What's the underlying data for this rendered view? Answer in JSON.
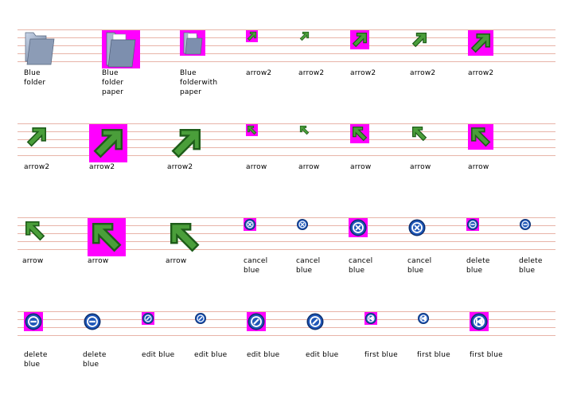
{
  "colors": {
    "guide_line": "#e8b4a8",
    "matte": "#ff00ff",
    "arrow_green": "#4a9e3a",
    "blue_round": "#1f57b8"
  },
  "rows": [
    {
      "items": [
        {
          "label": "Blue\nfolder",
          "icon": "folder-icon",
          "matte": false
        },
        {
          "label": "Blue\nfolder\npaper",
          "icon": "folder-paper-icon",
          "matte": true
        },
        {
          "label": "Blue\nfolderwith\npaper",
          "icon": "folder-with-paper-icon",
          "matte": true
        },
        {
          "label": "arrow2",
          "icon": "arrow-up-right-icon",
          "matte": true
        },
        {
          "label": "arrow2",
          "icon": "arrow-up-right-icon",
          "matte": false
        },
        {
          "label": "arrow2",
          "icon": "arrow-up-right-icon",
          "matte": true
        },
        {
          "label": "arrow2",
          "icon": "arrow-up-right-icon",
          "matte": false
        },
        {
          "label": "arrow2",
          "icon": "arrow-up-right-icon",
          "matte": true
        }
      ]
    },
    {
      "items": [
        {
          "label": "arrow2",
          "icon": "arrow-up-right-icon",
          "matte": false
        },
        {
          "label": "arrow2",
          "icon": "arrow-up-right-icon",
          "matte": true
        },
        {
          "label": "arrow2",
          "icon": "arrow-up-right-icon",
          "matte": false
        },
        {
          "label": "arrow",
          "icon": "arrow-up-left-icon",
          "matte": true
        },
        {
          "label": "arrow",
          "icon": "arrow-up-left-icon",
          "matte": false
        },
        {
          "label": "arrow",
          "icon": "arrow-up-left-icon",
          "matte": true
        },
        {
          "label": "arrow",
          "icon": "arrow-up-left-icon",
          "matte": false
        },
        {
          "label": "arrow",
          "icon": "arrow-up-left-icon",
          "matte": true
        }
      ]
    },
    {
      "items": [
        {
          "label": "arrow",
          "icon": "arrow-up-left-icon",
          "matte": false
        },
        {
          "label": "arrow",
          "icon": "arrow-up-left-icon",
          "matte": true
        },
        {
          "label": "arrow",
          "icon": "arrow-up-left-icon",
          "matte": false
        },
        {
          "label": "cancel\nblue",
          "icon": "cancel-icon",
          "matte": true
        },
        {
          "label": "cancel\nblue",
          "icon": "cancel-icon",
          "matte": false
        },
        {
          "label": "cancel\nblue",
          "icon": "cancel-icon",
          "matte": true
        },
        {
          "label": "cancel\nblue",
          "icon": "cancel-icon",
          "matte": false
        },
        {
          "label": "delete\nblue",
          "icon": "delete-icon",
          "matte": true
        },
        {
          "label": "delete\nblue",
          "icon": "delete-icon",
          "matte": false
        }
      ]
    },
    {
      "items": [
        {
          "label": "delete\nblue",
          "icon": "delete-icon",
          "matte": true
        },
        {
          "label": "delete\nblue",
          "icon": "delete-icon",
          "matte": false
        },
        {
          "label": "edit blue",
          "icon": "edit-icon",
          "matte": true
        },
        {
          "label": "edit blue",
          "icon": "edit-icon",
          "matte": false
        },
        {
          "label": "edit blue",
          "icon": "edit-icon",
          "matte": true
        },
        {
          "label": "edit blue",
          "icon": "edit-icon",
          "matte": false
        },
        {
          "label": "first blue",
          "icon": "first-icon",
          "matte": true
        },
        {
          "label": "first blue",
          "icon": "first-icon",
          "matte": false
        },
        {
          "label": "first blue",
          "icon": "first-icon",
          "matte": true
        }
      ]
    }
  ]
}
